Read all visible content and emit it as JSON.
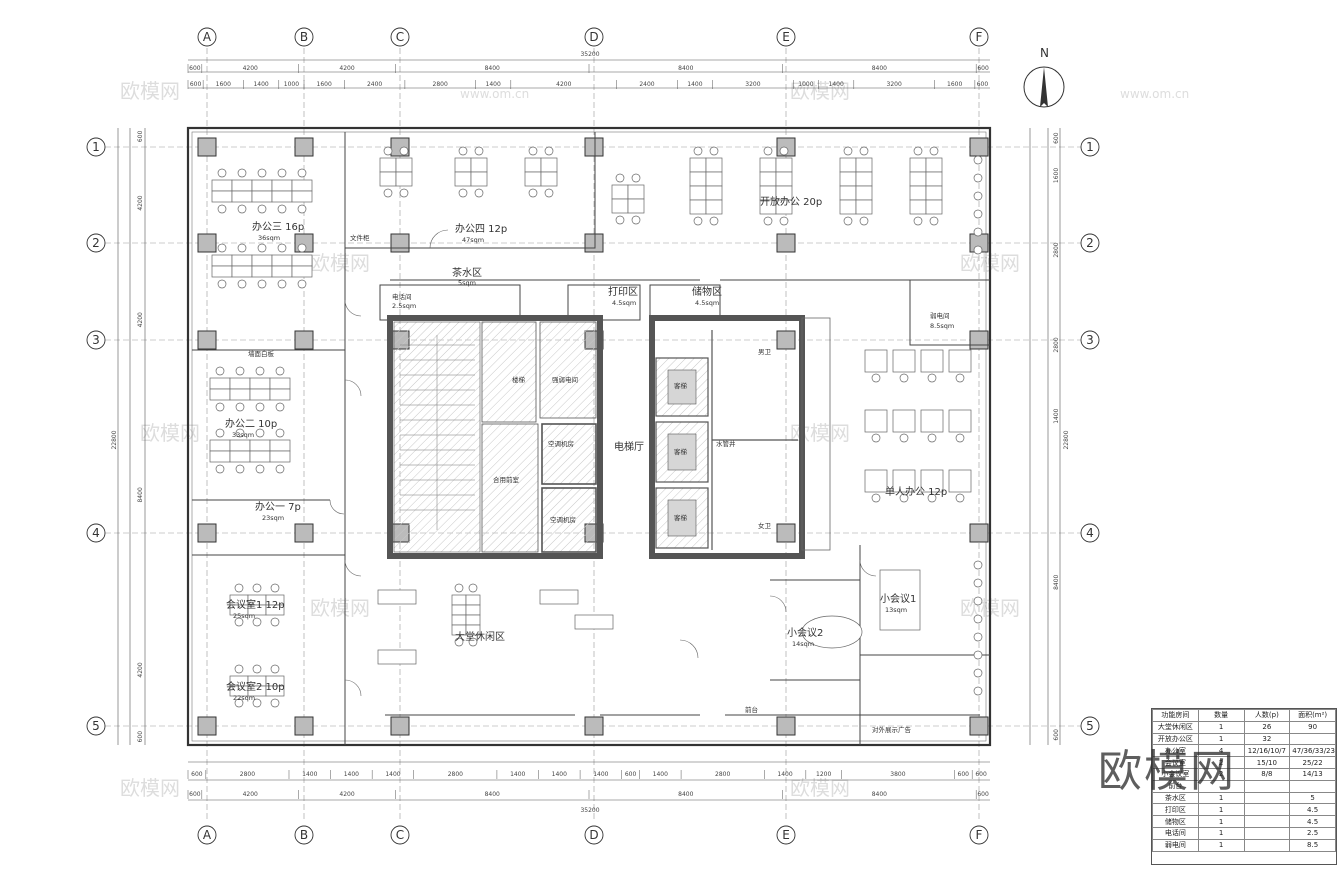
{
  "axes": {
    "columns": [
      "A",
      "B",
      "C",
      "D",
      "E",
      "F"
    ],
    "rows": [
      "1",
      "2",
      "3",
      "4",
      "5"
    ]
  },
  "north_label": "N",
  "dimensions": {
    "total_width": "35200",
    "total_height": "22800",
    "top_row1": [
      "600",
      "4200",
      "4200",
      "8400",
      "8400",
      "8400",
      "600"
    ],
    "top_row2": [
      "600",
      "1600",
      "1400",
      "1000",
      "1600",
      "2400",
      "2800",
      "1400",
      "4200",
      "2400",
      "1400",
      "3200",
      "1000",
      "1400",
      "3200",
      "1600",
      "600"
    ],
    "bottom_row1": [
      "600",
      "2800",
      "1400",
      "1400",
      "1400",
      "2800",
      "1400",
      "1400",
      "1400",
      "600",
      "1400",
      "2800",
      "1400",
      "1200",
      "3800",
      "600",
      "600"
    ],
    "bottom_row2": [
      "600",
      "4200",
      "4200",
      "8400",
      "8400",
      "8400",
      "600"
    ],
    "left": [
      "600",
      "4200",
      "4200",
      "8400",
      "4200",
      "600"
    ],
    "right": [
      "600",
      "1600",
      "2800",
      "2800",
      "1400",
      "8400",
      "600"
    ]
  },
  "rooms": {
    "office3": {
      "name": "办公三 16p",
      "area": "36sqm"
    },
    "office4": {
      "name": "办公四 12p",
      "area": "47sqm"
    },
    "open_office": {
      "name": "开放办公 20p"
    },
    "office2": {
      "name": "办公二 10p",
      "area": "33sqm"
    },
    "office1": {
      "name": "办公一 7p",
      "area": "23sqm"
    },
    "tea": {
      "name": "茶水区",
      "area": "5sqm"
    },
    "phone": {
      "name": "电话间",
      "area": "2.5sqm"
    },
    "print": {
      "name": "打印区",
      "area": "4.5sqm"
    },
    "storage": {
      "name": "储物区",
      "area": "4.5sqm"
    },
    "network": {
      "name": "弱电间",
      "area": "8.5sqm"
    },
    "solo_office": {
      "name": "单人办公 12p"
    },
    "meeting1": {
      "name": "会议室1 12p",
      "area": "25sqm"
    },
    "meeting2": {
      "name": "会议室2 10p",
      "area": "22sqm"
    },
    "lounge": {
      "name": "大堂休闲区"
    },
    "small_meeting1": {
      "name": "小会议1",
      "area": "13sqm"
    },
    "small_meeting2": {
      "name": "小会议2",
      "area": "14sqm"
    },
    "elevator_hall": {
      "name": "电梯厅"
    },
    "fire_control": {
      "name": "合用前室"
    },
    "stair": {
      "name": "楼梯"
    },
    "shaft": {
      "name": "强弱电间"
    },
    "smoke": {
      "name": "空调机房"
    },
    "ac": {
      "name": "空调机房"
    },
    "elevator": {
      "name": "客梯"
    },
    "wc_m": {
      "name": "男卫"
    },
    "wc_f": {
      "name": "女卫"
    },
    "water": {
      "name": "水管井"
    },
    "reception": {
      "name": "前台"
    }
  },
  "notes": {
    "wall_note": "墙面白板",
    "cabinet_note": "文件柜",
    "front_note": "对外展示广告"
  },
  "legend": {
    "headers": [
      "功能房间",
      "数量",
      "人数(p)",
      "面积(m²)"
    ],
    "rows": [
      [
        "大堂休闲区",
        "1",
        "26",
        "90"
      ],
      [
        "开放办公区",
        "1",
        "32",
        ""
      ],
      [
        "办公室",
        "4",
        "12/16/10/7",
        "47/36/33/23"
      ],
      [
        "会议室",
        "2",
        "15/10",
        "25/22"
      ],
      [
        "小会议室",
        "2",
        "8/8",
        "14/13"
      ],
      [
        "前台",
        "",
        "",
        ""
      ],
      [
        "茶水区",
        "1",
        "",
        "5"
      ],
      [
        "打印区",
        "1",
        "",
        "4.5"
      ],
      [
        "储物区",
        "1",
        "",
        "4.5"
      ],
      [
        "电话间",
        "1",
        "",
        "2.5"
      ],
      [
        "弱电间",
        "1",
        "",
        "8.5"
      ]
    ]
  },
  "watermarks": [
    "欧模网",
    "www.om.cn"
  ],
  "brand": "欧模网"
}
